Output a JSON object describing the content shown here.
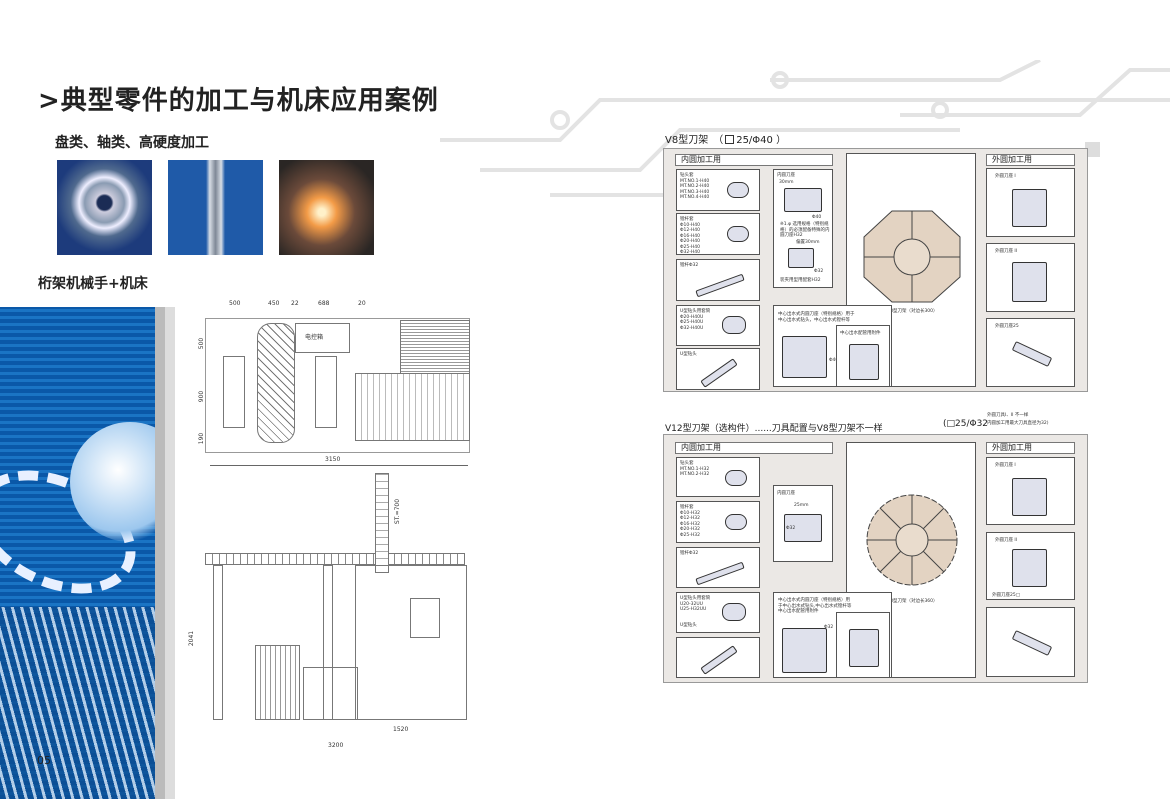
{
  "page": {
    "title": ">典型零件的加工与机床应用案例",
    "section1": "盘类、轴类、高硬度加工",
    "section2": "桁架机械手+机床",
    "page_number": "05"
  },
  "drawing": {
    "dims_top": [
      "500",
      "450",
      "22",
      "688",
      "20"
    ],
    "dims_left": [
      "500",
      "900",
      "190"
    ],
    "control_box": "电控箱",
    "width_top": "3150",
    "stroke": "ST.=700",
    "height": "2041",
    "width_right": "1520",
    "width_total": "3200"
  },
  "v8": {
    "title": "V8型刀架　（",
    "spec": "25/Φ40 ）",
    "inner_header": "内圆加工用",
    "outer_header": "外圆加工用",
    "items": [
      {
        "label": "钻头套",
        "lines": [
          "MT.NO.1-H40",
          "MT.NO.2-H40",
          "MT.NO.3-H40",
          "MT.NO.4-H40"
        ]
      },
      {
        "label": "镗杆套",
        "lines": [
          "Φ10-H40",
          "Φ12-H40",
          "Φ16-H40",
          "Φ20-H40",
          "Φ25-H40",
          "Φ32-H40"
        ]
      },
      {
        "label": "镗杆Φ32",
        "lines": []
      },
      {
        "label": "U型钻头用套筒",
        "lines": [
          "Φ20-H40U",
          "Φ25-H40U",
          "Φ32-H40U"
        ]
      },
      {
        "label": "U型钻头",
        "lines": []
      }
    ],
    "holder": {
      "label": "内圆刀座",
      "dim1": "30mm",
      "dim2": "Φ40",
      "note": "※1.φ 选用规格（特别规格）的必须配备特殊的内圆刀座H32",
      "dim3": "偏置30mm",
      "dim4": "Φ32",
      "caption": "装夹用型用配套H32"
    },
    "coolant": {
      "label": "中心出水式内圆刀座（特别规格）用于中心出水式钻头，中心出水式镗杆等",
      "sub": "中心出水配管用附件",
      "dim": "Φ40"
    },
    "turret": "V8型刀架（对边长300）",
    "outer": [
      "外圆刀座 I",
      "外圆刀座 II",
      "外圆刀座25"
    ]
  },
  "v12": {
    "title": "V12型刀架（选构件）......刀具配置与V8型刀架不一样",
    "spec": "(□25/Φ32",
    "note1": "外圆刀具I、II 不一样",
    "note2": "内圆加工用最大刀具直径为32)",
    "inner_header": "内圆加工用",
    "outer_header": "外圆加工用",
    "items": [
      {
        "label": "钻头套",
        "lines": [
          "MT.NO.1-H32",
          "MT.NO.2-H32"
        ]
      },
      {
        "label": "镗杆套",
        "lines": [
          "Φ10-H32",
          "Φ12-H32",
          "Φ16-H32",
          "Φ20-H32",
          "Φ25-H32"
        ]
      },
      {
        "label": "镗杆Φ32",
        "lines": []
      },
      {
        "label": "U型钻头用套筒",
        "lines": [
          "U20-32UU",
          "U25-H32UU"
        ]
      },
      {
        "label": "U型钻头",
        "lines": []
      }
    ],
    "holder": {
      "label": "内圆刀座",
      "dim1": "25mm",
      "dim2": "Φ32"
    },
    "coolant": {
      "label": "中心出水式内圆刀座（特别规格）用于中心出水式钻头,中心出水式镗杆等 中心出水配管用附件",
      "dim": "Φ32"
    },
    "turret": "V8型刀架（对边长360）",
    "outer": [
      "外圆刀座 I",
      "外圆刀座 II",
      "外圆刀座25□"
    ]
  },
  "colors": {
    "blue": "#0a4d92",
    "panel": "#ebe8e5",
    "tan": "#e3d3c2"
  }
}
